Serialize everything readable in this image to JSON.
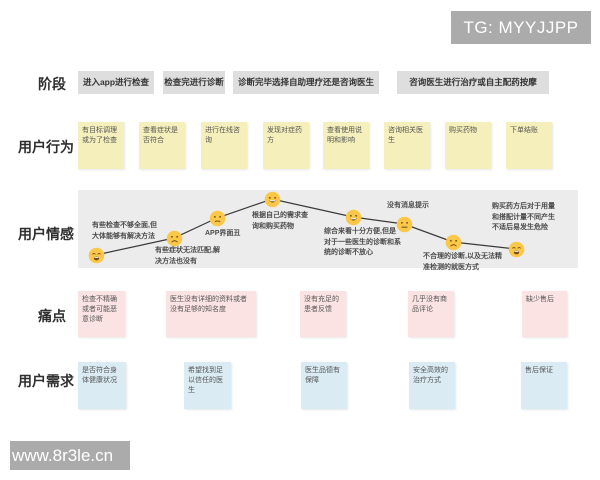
{
  "tg_badge": "TG: MYYJJPP",
  "watermark": "www.8r3le.cn",
  "row_labels": {
    "stage": "阶段",
    "behavior": "用户行为",
    "emotion": "用户情感",
    "pain": "痛点",
    "need": "用户需求"
  },
  "stages": [
    "进入app进行检查",
    "检查完进行诊断",
    "诊断完毕选择自助理疗还是咨询医生",
    "咨询医生进行治疗或自主配药按摩"
  ],
  "behaviors": [
    "有目标调理或为了检查",
    "查看症状是否符合",
    "进行在线咨询",
    "发现对症药方",
    "查看使用说明和影响",
    "咨询相关医生",
    "购买药物",
    "下单结账"
  ],
  "emotions": [
    {
      "emoji": "crying-face",
      "note": "有些检查不够全面,但大体能够有解决方法"
    },
    {
      "emoji": "sad-face",
      "note": "有些症状无法匹配,解决方法也没有"
    },
    {
      "emoji": "confused-face",
      "note": "APP界面丑"
    },
    {
      "emoji": "grin-face",
      "note": "根据自己的需求查询和购买药物"
    },
    {
      "emoji": "smile-face",
      "note": "综合来看十分方便,但是对于一些医生的诊断和系统的诊断不放心"
    },
    {
      "emoji": "neutral-face",
      "note": "没有消息提示"
    },
    {
      "emoji": "sad-face",
      "note": "不合理的诊断,以及无法精准检测的就医方式"
    },
    {
      "emoji": "crying-face",
      "note": "购买药方后对于用量和搭配计量不同产生不适后易发生危险"
    }
  ],
  "pains": [
    "检查不精确或者可能恶意诊断",
    "医生没有详细的资料或者没有足够的知名度",
    "没有充足的患者反馈",
    "几乎没有商品评论",
    "缺少售后"
  ],
  "needs": [
    "是否符合身体健康状况",
    "希望找到足以信任的医生",
    "医生品德有保障",
    "安全高效的治疗方式",
    "售后保证"
  ],
  "colors": {
    "stage_box": "#dedede",
    "behavior_note": "#f5f0bb",
    "pain_note": "#fae3e2",
    "need_note": "#daebf3",
    "emotion_panel": "#ececec",
    "emoji_face": "#fbc748",
    "badge_bg": "#ababab",
    "curve_line": "#3a3a3a"
  }
}
